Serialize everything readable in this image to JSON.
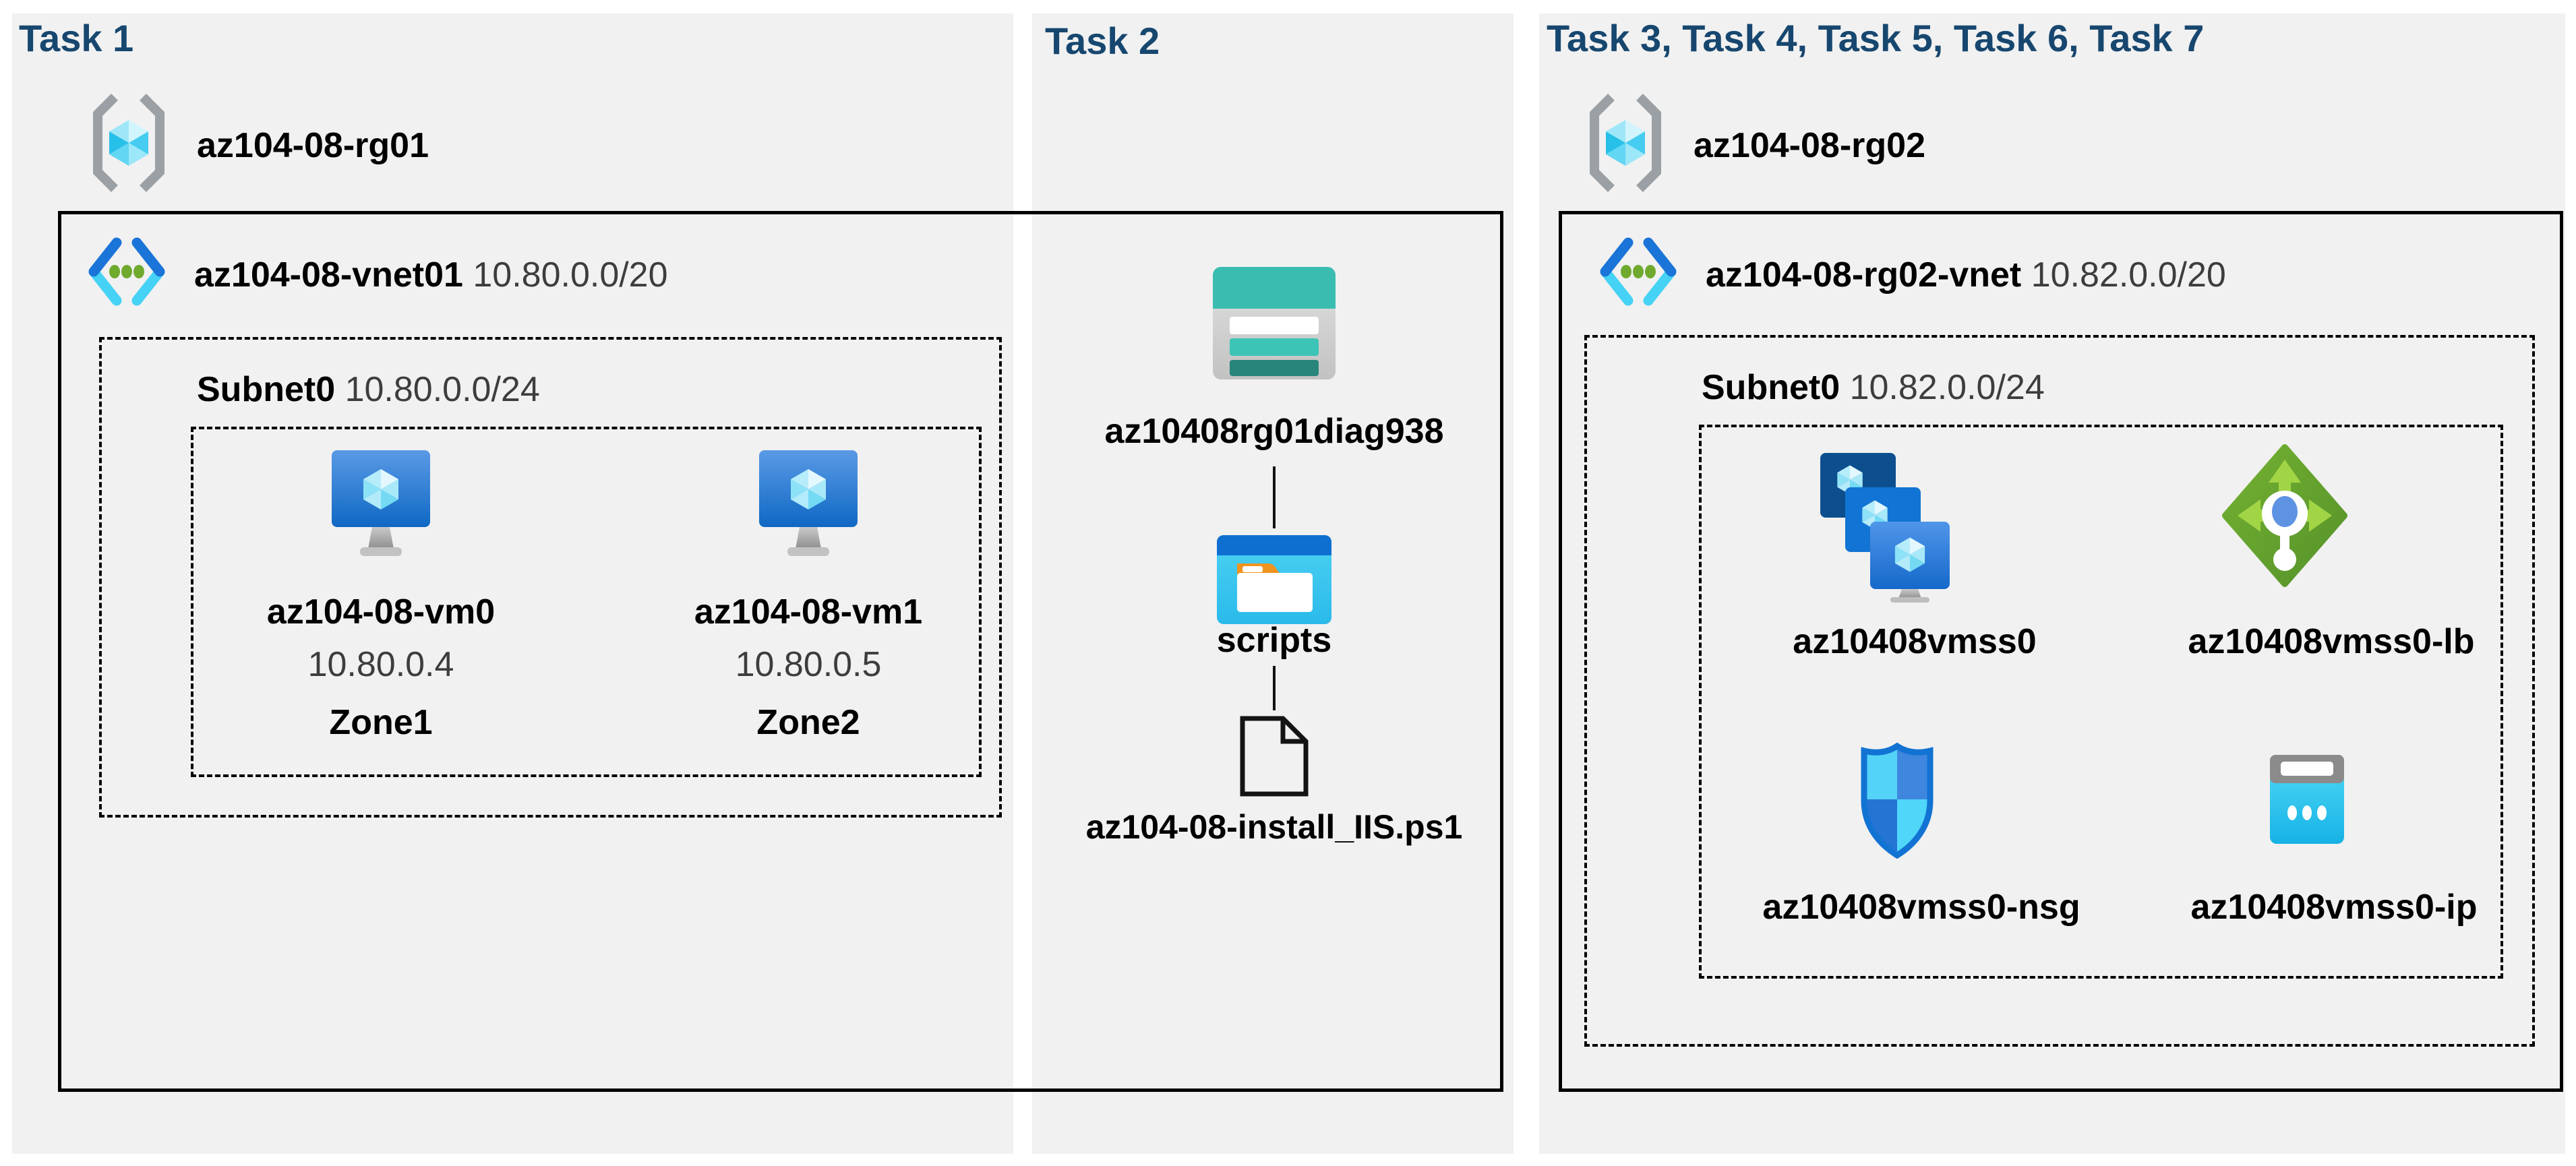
{
  "colors": {
    "title_navy": "#17476f",
    "panel_gray": "#f1f1f1",
    "outline_black": "#000000"
  },
  "tasks": {
    "task1": {
      "title": "Task 1",
      "rg": "az104-08-rg01",
      "vnet_name": "az104-08-vnet01",
      "vnet_cidr": "10.80.0.0/20",
      "subnet_name": "Subnet0",
      "subnet_cidr": "10.80.0.0/24",
      "vms": [
        {
          "name": "az104-08-vm0",
          "ip": "10.80.0.4",
          "zone": "Zone1"
        },
        {
          "name": "az104-08-vm1",
          "ip": "10.80.0.5",
          "zone": "Zone2"
        }
      ]
    },
    "task2": {
      "title": "Task 2",
      "storage_account": "az10408rg01diag938",
      "container": "scripts",
      "script_file": "az104-08-install_IIS.ps1"
    },
    "task3": {
      "title": "Task 3, Task 4, Task 5, Task 6, Task 7",
      "rg": "az104-08-rg02",
      "vnet_name": "az104-08-rg02-vnet",
      "vnet_cidr": "10.82.0.0/20",
      "subnet_name": "Subnet0",
      "subnet_cidr": "10.82.0.0/24",
      "resources": [
        {
          "name": "az10408vmss0",
          "type": "vm-scale-set"
        },
        {
          "name": "az10408vmss0-lb",
          "type": "load-balancer"
        },
        {
          "name": "az10408vmss0-nsg",
          "type": "network-security-group"
        },
        {
          "name": "az10408vmss0-ip",
          "type": "public-ip"
        }
      ]
    }
  }
}
